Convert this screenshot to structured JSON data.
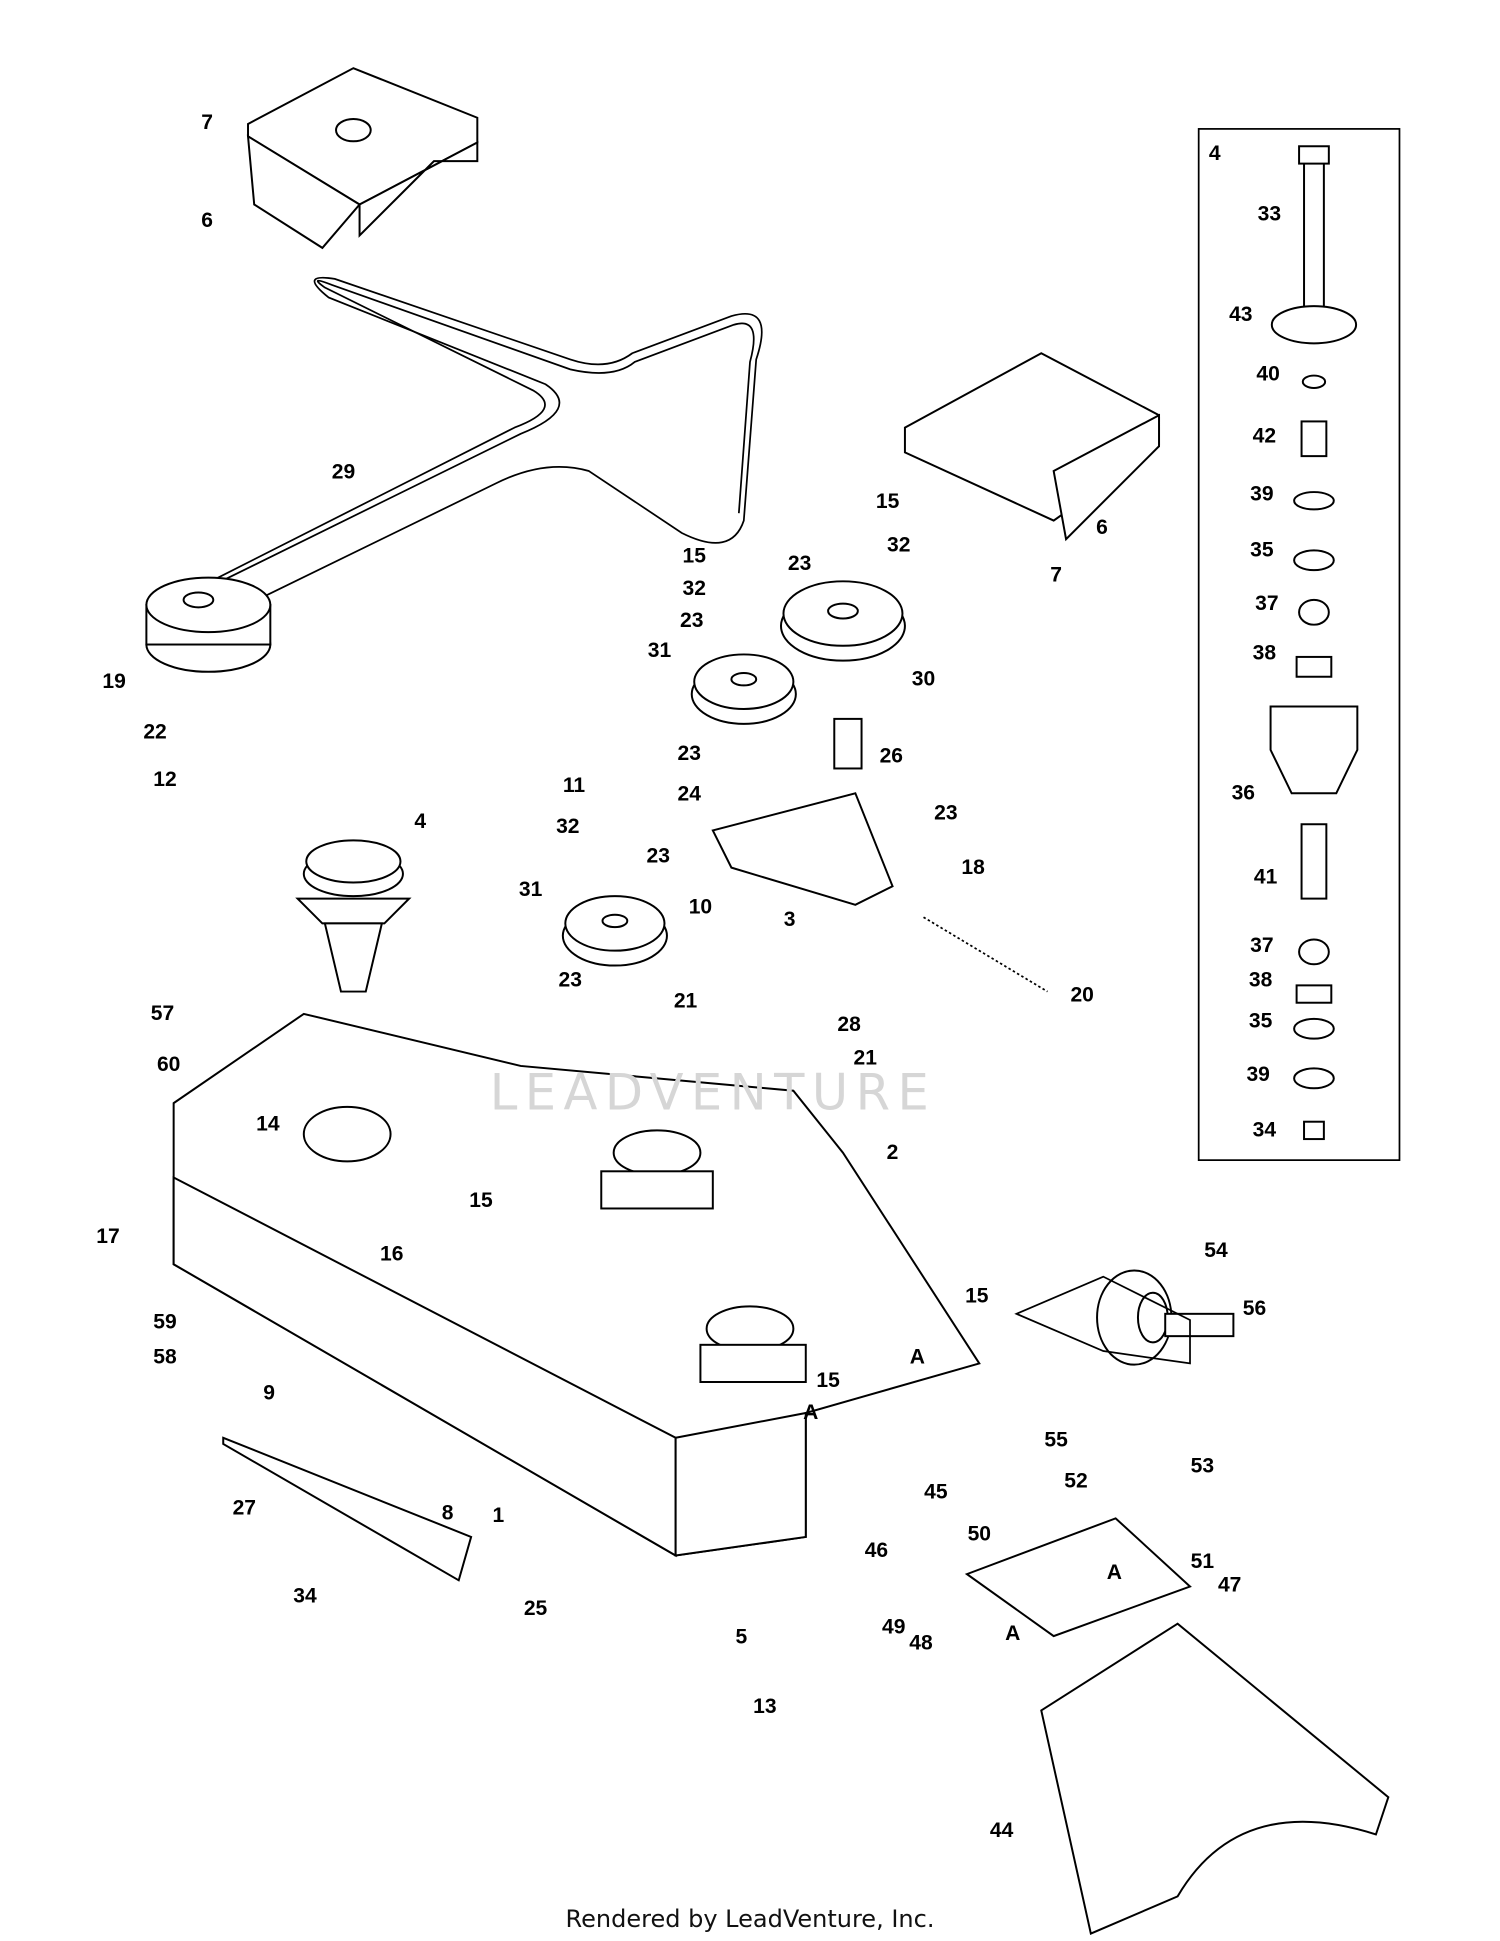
{
  "diagram": {
    "callouts_main": [
      "7",
      "6",
      "29",
      "19",
      "22",
      "12",
      "4",
      "57",
      "60",
      "14",
      "17",
      "16",
      "59",
      "58",
      "9",
      "27",
      "34",
      "8",
      "1",
      "25",
      "5",
      "13",
      "11",
      "32",
      "23",
      "31",
      "10",
      "23",
      "21",
      "28",
      "21",
      "3",
      "15",
      "2",
      "20",
      "18",
      "23",
      "26",
      "24",
      "23",
      "31",
      "23",
      "32",
      "15",
      "30",
      "23",
      "32",
      "15",
      "6",
      "7",
      "15",
      "A",
      "15",
      "A",
      "45",
      "55",
      "53",
      "54",
      "56",
      "52",
      "50",
      "46",
      "49",
      "48",
      "A",
      "A",
      "51",
      "47",
      "44"
    ],
    "callouts_inset": [
      "4",
      "33",
      "43",
      "40",
      "42",
      "39",
      "35",
      "37",
      "38",
      "36",
      "41",
      "37",
      "38",
      "35",
      "39",
      "34"
    ],
    "watermark": "LEADVENTURE",
    "footer": "Rendered by LeadVenture, Inc."
  }
}
